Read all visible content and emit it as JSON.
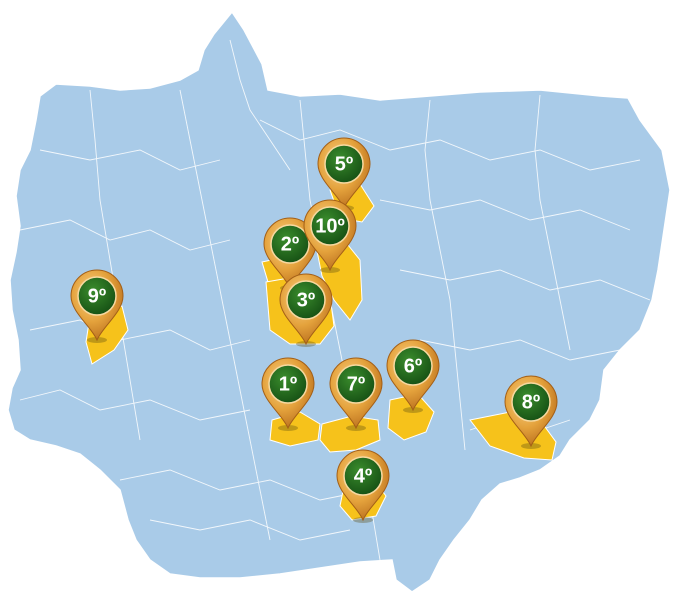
{
  "map": {
    "land_color": "#a9cbe8",
    "border_color": "#ffffff",
    "highlight_color": "#f6c21b",
    "pin_outer_color": "#e4a23c",
    "pin_inner_color": "#1f6b1d"
  },
  "pins": [
    {
      "id": "1",
      "label": "1º"
    },
    {
      "id": "2",
      "label": "2º"
    },
    {
      "id": "3",
      "label": "3º"
    },
    {
      "id": "4",
      "label": "4º"
    },
    {
      "id": "5",
      "label": "5º"
    },
    {
      "id": "6",
      "label": "6º"
    },
    {
      "id": "7",
      "label": "7º"
    },
    {
      "id": "8",
      "label": "8º"
    },
    {
      "id": "9",
      "label": "9º"
    },
    {
      "id": "10",
      "label": "10º"
    }
  ]
}
